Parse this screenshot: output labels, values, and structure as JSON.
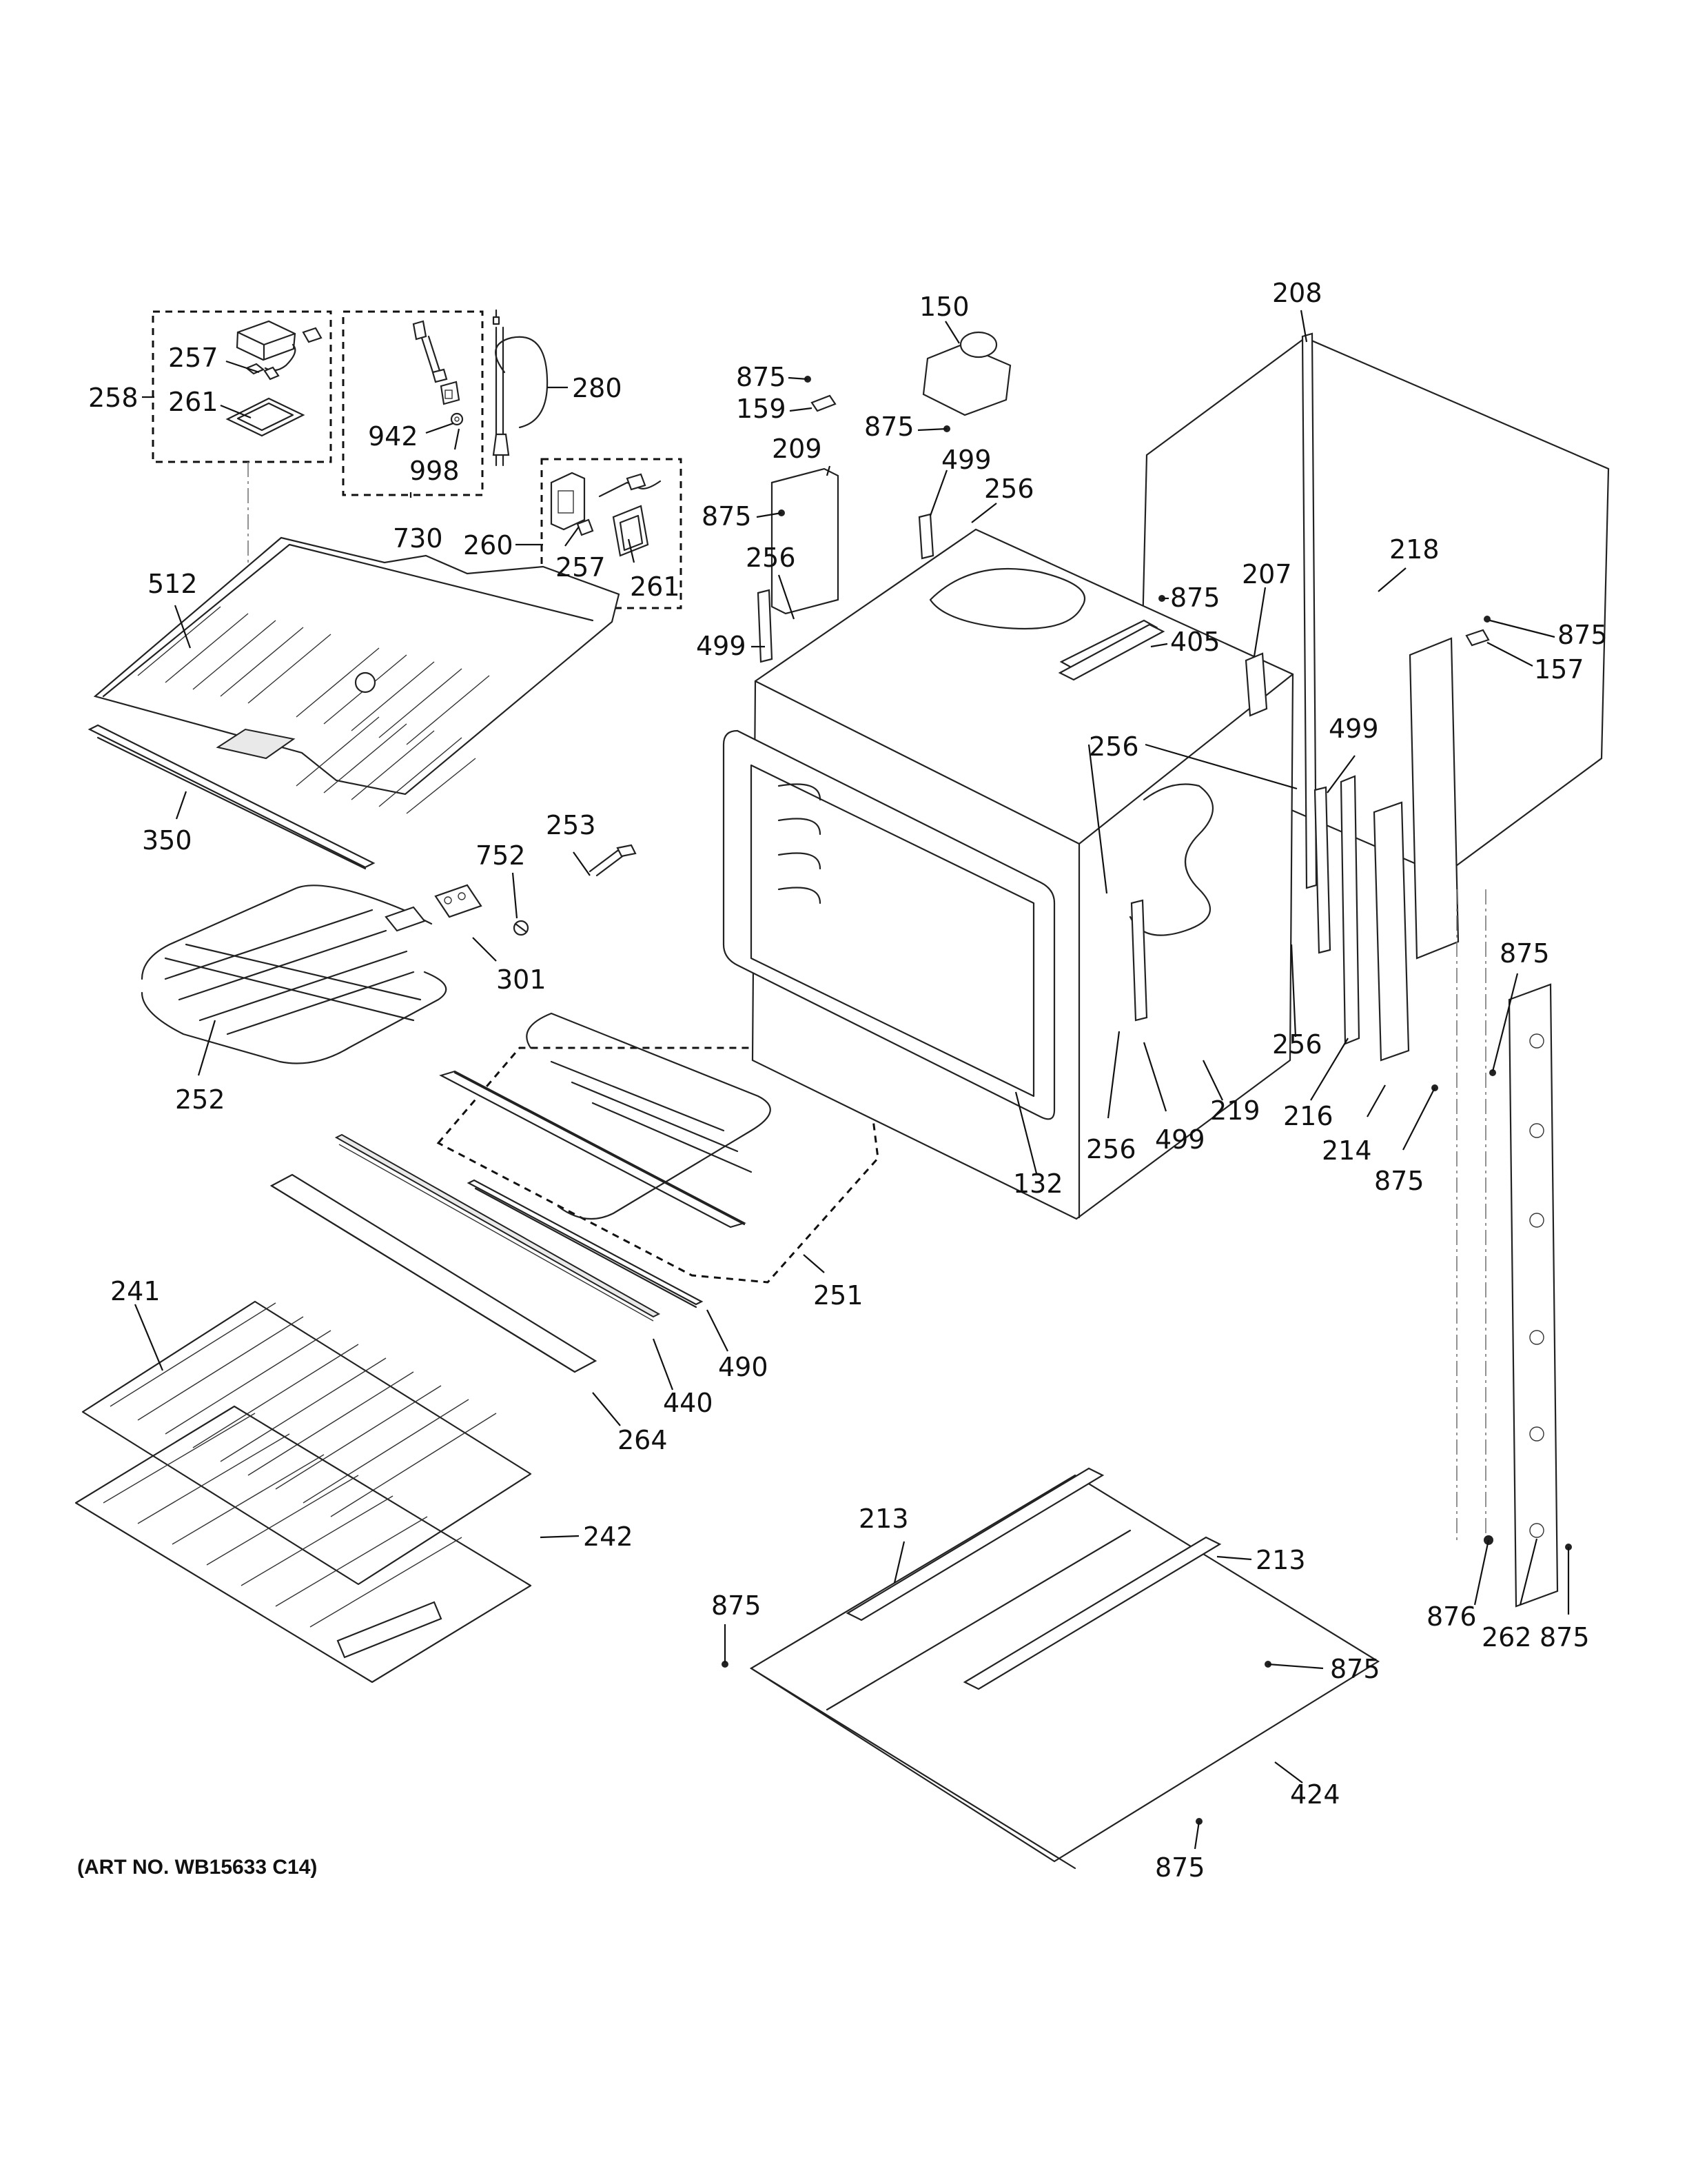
{
  "caption": "(ART NO. WB15633 C14)",
  "callouts": {
    "c150": "150",
    "c875_top_a": "875",
    "c159": "159",
    "c875_top_b": "875",
    "c209": "209",
    "c499_a": "499",
    "c256_a": "256",
    "c875_c": "875",
    "c256_b": "256",
    "c499_b": "499",
    "c208": "208",
    "c218": "218",
    "c207": "207",
    "c875_d": "875",
    "c405": "405",
    "c875_e": "875",
    "c157": "157",
    "c256_c": "256",
    "c499_c": "499",
    "c256_d": "256",
    "c256_e": "256",
    "c499_d": "499",
    "c219": "219",
    "c216": "216",
    "c214": "214",
    "c875_f": "875",
    "c132": "132",
    "c875_g": "875",
    "c257_a": "257",
    "c258": "258",
    "c261_a": "261",
    "c942": "942",
    "c998": "998",
    "c730": "730",
    "c280": "280",
    "c260": "260",
    "c257_b": "257",
    "c261_b": "261",
    "c512": "512",
    "c350": "350",
    "c752": "752",
    "c253": "253",
    "c301": "301",
    "c252": "252",
    "c251": "251",
    "c490": "490",
    "c440": "440",
    "c264": "264",
    "c241": "241",
    "c242": "242",
    "c213_a": "213",
    "c213_b": "213",
    "c875_h": "875",
    "c875_i": "875",
    "c424": "424",
    "c875_j": "875",
    "c876": "876",
    "c262": "262",
    "c875_k": "875"
  }
}
